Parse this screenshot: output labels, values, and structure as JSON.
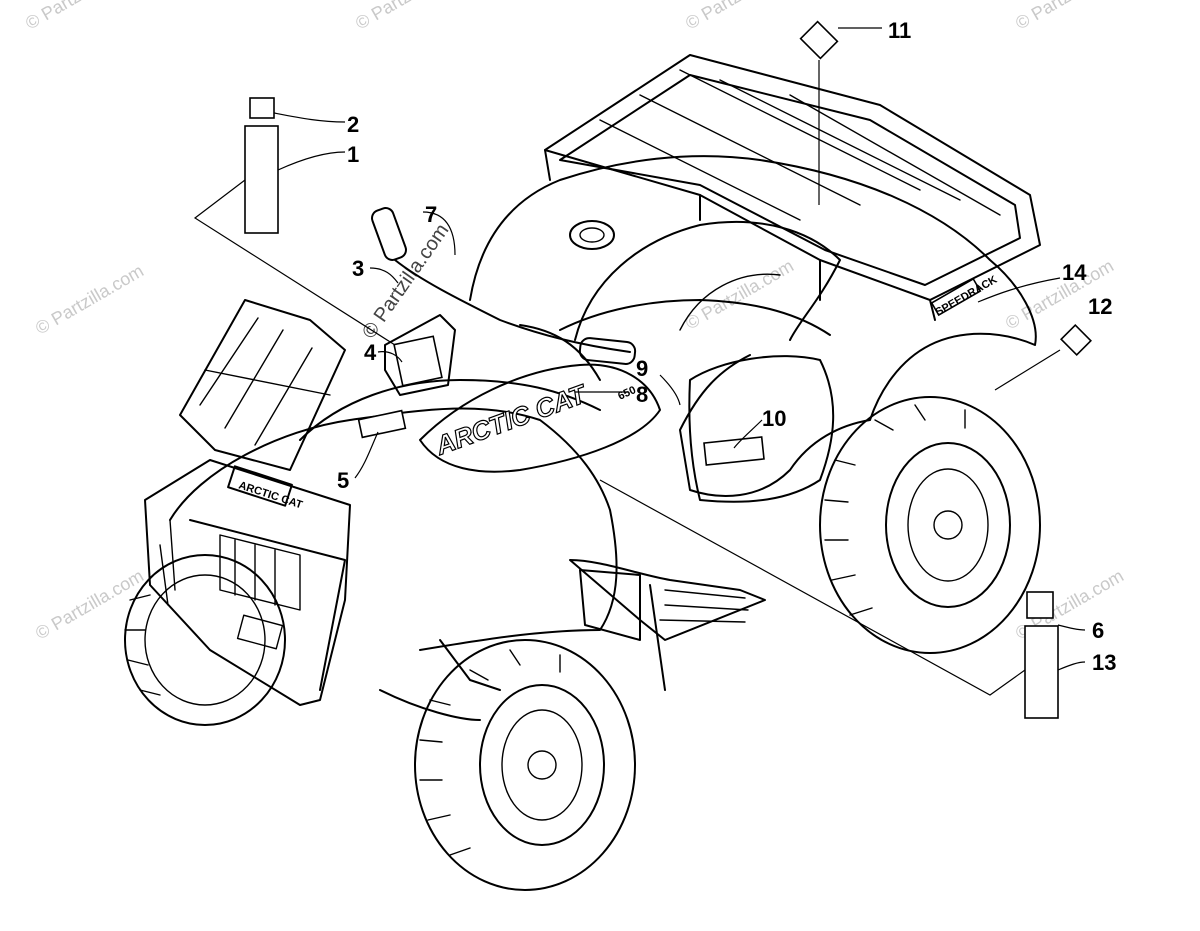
{
  "watermarks": {
    "corner": "© Partzilla.com",
    "diagonal": "© Partzilla.com",
    "center": "© Partzilla.com"
  },
  "vehicle_markings": {
    "brand": "ARCTIC CAT",
    "grille_badge": "ARCTIC CAT",
    "rack_badge": "SPEEDRACK",
    "model": "650"
  },
  "callouts": [
    "1",
    "2",
    "3",
    "4",
    "5",
    "6",
    "7",
    "8",
    "9",
    "10",
    "11",
    "12",
    "13",
    "14"
  ]
}
